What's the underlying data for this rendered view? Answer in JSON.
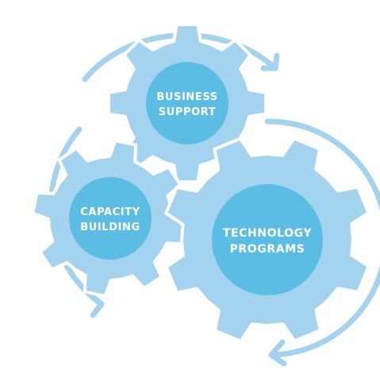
{
  "colors": {
    "gear": "#a3d3ee",
    "hub": "#5bbce4",
    "arrow": "#a3d3ee",
    "text": "#ffffff"
  },
  "nodes": [
    {
      "id": "business-support",
      "lines": [
        "BUSINESS",
        "SUPPORT"
      ],
      "icon": "gear-icon"
    },
    {
      "id": "capacity-building",
      "lines": [
        "CAPACITY",
        "BUILDING"
      ],
      "icon": "gear-icon"
    },
    {
      "id": "technology-programs",
      "lines": [
        "TECHNOLOGY",
        "PROGRAMS"
      ],
      "icon": "gear-icon"
    }
  ],
  "cycle_arrows": [
    {
      "from": "capacity-building",
      "to": "business-support",
      "icon": "curved-arrow-icon"
    },
    {
      "from": "business-support",
      "to": "technology-programs",
      "icon": "curved-arrow-icon"
    },
    {
      "from": "technology-programs",
      "to": "capacity-building",
      "icon": "curved-arrow-icon"
    }
  ]
}
